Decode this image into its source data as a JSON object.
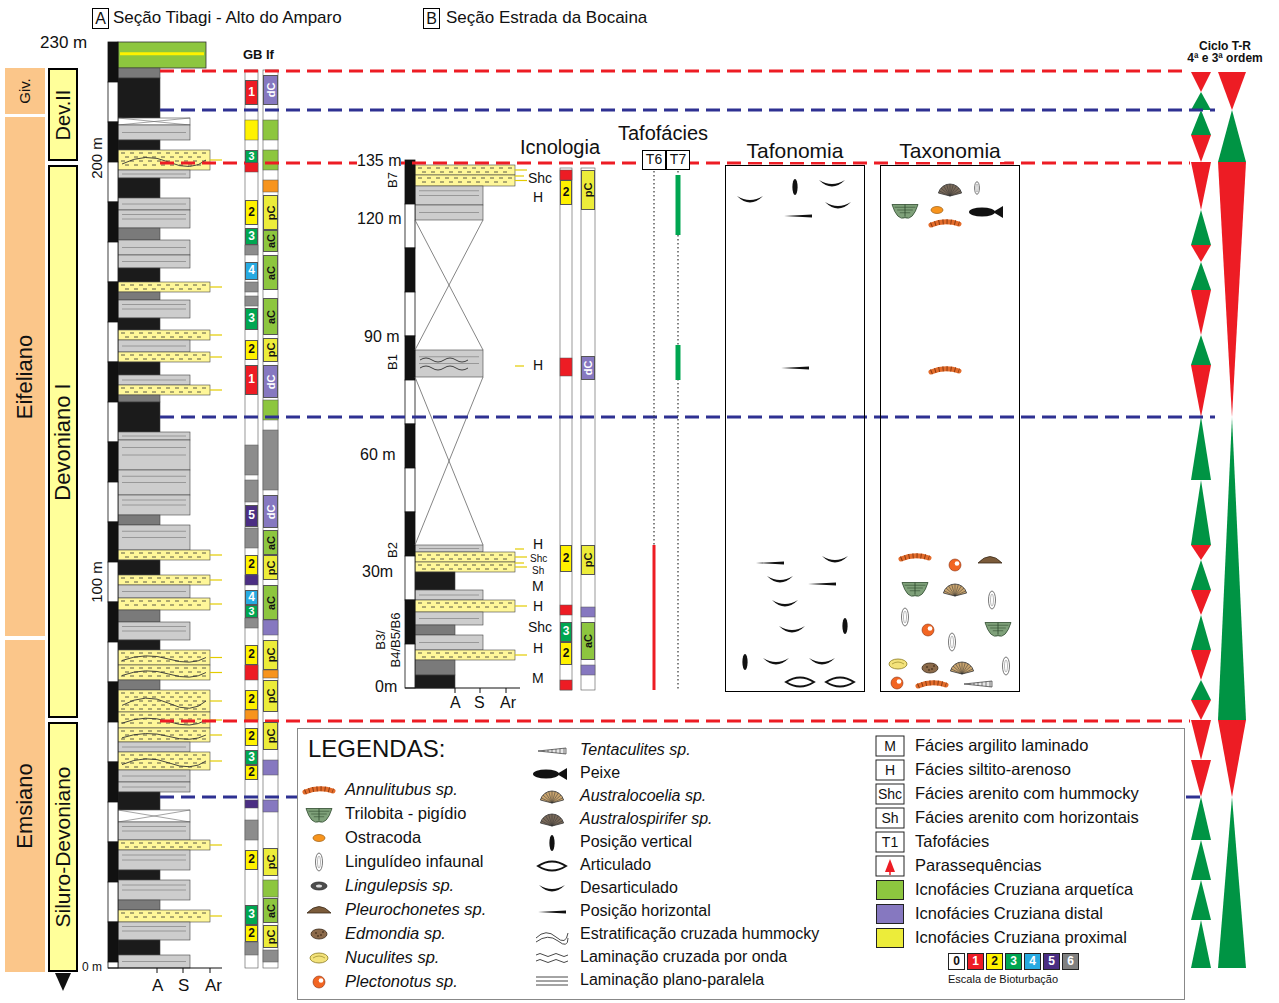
{
  "diagram": {
    "nodes": [
      {
        "text": [
          "A"
        ]
      },
      {
        "text": [
          "B"
        ]
      },
      {
        "text": [
          "Giv."
        ]
      },
      {
        "text": [
          "Eifeliano"
        ]
      },
      {
        "text": [
          "Emsiano"
        ]
      },
      {
        "text": [
          "Dev.II"
        ]
      },
      {
        "text": [
          "Devoniano I"
        ]
      },
      {
        "text": [
          "Siluro-Devoniano"
        ]
      },
      {
        "text": [
          "1"
        ]
      },
      {
        "text": [
          "3"
        ]
      },
      {
        "text": [
          "2"
        ]
      },
      {
        "text": [
          "3"
        ]
      },
      {
        "text": [
          "4"
        ]
      },
      {
        "text": [
          "3"
        ]
      },
      {
        "text": [
          "2"
        ]
      },
      {
        "text": [
          "1"
        ]
      },
      {
        "text": [
          "5"
        ]
      },
      {
        "text": [
          "2"
        ]
      },
      {
        "text": [
          "4"
        ]
      },
      {
        "text": [
          "3"
        ]
      },
      {
        "text": [
          "2"
        ]
      },
      {
        "text": [
          "2"
        ]
      },
      {
        "text": [
          "2"
        ]
      },
      {
        "text": [
          "3"
        ]
      },
      {
        "text": [
          "2"
        ]
      },
      {
        "text": [
          "2"
        ]
      },
      {
        "text": [
          "3"
        ]
      },
      {
        "text": [
          "2"
        ]
      },
      {
        "text": [
          "dC"
        ]
      },
      {
        "text": [
          "pC"
        ]
      },
      {
        "text": [
          "aC"
        ]
      },
      {
        "text": [
          "aC"
        ]
      },
      {
        "text": [
          "aC"
        ]
      },
      {
        "text": [
          "pC"
        ]
      },
      {
        "text": [
          "dC"
        ]
      },
      {
        "text": [
          "dC"
        ]
      },
      {
        "text": [
          "aC"
        ]
      },
      {
        "text": [
          "pC"
        ]
      },
      {
        "text": [
          "aC"
        ]
      },
      {
        "text": [
          "pC"
        ]
      },
      {
        "text": [
          "pC"
        ]
      },
      {
        "text": [
          "pC"
        ]
      },
      {
        "text": [
          "pC"
        ]
      },
      {
        "text": [
          "aC"
        ]
      },
      {
        "text": [
          "pC"
        ]
      },
      {
        "text": [
          "2"
        ]
      },
      {
        "text": [
          "2"
        ]
      },
      {
        "text": [
          "3"
        ]
      },
      {
        "text": [
          "2"
        ]
      },
      {
        "text": [
          "pC"
        ]
      },
      {
        "text": [
          "dC"
        ]
      },
      {
        "text": [
          "pC"
        ]
      },
      {
        "text": [
          "aC"
        ]
      },
      {
        "text": [
          "T6"
        ]
      },
      {
        "text": [
          "T7"
        ]
      },
      {
        "text": [
          "Tafonomia"
        ]
      },
      {
        "text": [
          "Taxonomia"
        ]
      },
      {
        "text": [
          "LEGENDAS:"
        ]
      }
    ],
    "labels": [
      "Seção Tibagi - Alto do Amparo",
      "Seção Estrada da Bocaina",
      "230 m",
      "200 m",
      "100 m",
      "0 m",
      "A",
      "S",
      "Ar",
      "GB",
      "If",
      "135 m",
      "120 m",
      "90 m",
      "60 m",
      "30m",
      "0m",
      "B7",
      "B1",
      "B2",
      "B3/ B4/B5/B6",
      "A",
      "S",
      "Ar",
      "Icnologia",
      "Tafofácies",
      "Shc",
      "H",
      "H",
      "H",
      "Shc",
      "Sh",
      "M",
      "H",
      "Shc",
      "H",
      "M",
      "Ciclo T-R",
      "4ª e 3ª ordem",
      "M",
      "H",
      "Shc",
      "Sh",
      "T1",
      "aC",
      "dC",
      "pC",
      "Escala de Bioturbação"
    ],
    "legend": [
      {
        "text": "Annulitubus sp."
      },
      {
        "text": "Trilobita - pigídio"
      },
      {
        "text": "Ostracoda"
      },
      {
        "text": "Lingulídeo infaunal"
      },
      {
        "text": "Lingulepsis sp."
      },
      {
        "text": "Pleurochonetes sp."
      },
      {
        "text": "Edmondia sp."
      },
      {
        "text": "Nuculites sp."
      },
      {
        "text": "Plectonotus sp."
      },
      {
        "text": "Tentaculites sp."
      },
      {
        "text": "Peixe"
      },
      {
        "text": "Australocoelia sp."
      },
      {
        "text": "Australospirifer sp."
      },
      {
        "text": "Posição vertical"
      },
      {
        "text": "Articulado"
      },
      {
        "text": "Desarticulado"
      },
      {
        "text": "Posição horizontal"
      },
      {
        "text": "Estratificação cruzada hummocky"
      },
      {
        "text": "Laminação cruzada por onda"
      },
      {
        "text": "Laminação plano-paralela"
      },
      {
        "text": "Fácies argilito laminado"
      },
      {
        "text": "Fácies siltito-arenoso"
      },
      {
        "text": "Fácies arenito com hummocky"
      },
      {
        "text": "Fácies arenito com horizontais"
      },
      {
        "text": "Tafofácies"
      },
      {
        "text": "Parassequências"
      },
      {
        "text": "Icnofácies Cruziana arquetíca",
        "color": "#8dc63f"
      },
      {
        "text": "Icnofácies Cruziana distal",
        "color": "#8678c0"
      },
      {
        "text": "Icnofácies Cruziana proximal",
        "color": "#ecec3a"
      },
      {
        "text": "0",
        "color": "#ffffff"
      },
      {
        "text": "1",
        "color": "#ed1c24"
      },
      {
        "text": "2",
        "color": "#fff200"
      },
      {
        "text": "3",
        "color": "#00a651"
      },
      {
        "text": "4",
        "color": "#27aae1"
      },
      {
        "text": "5",
        "color": "#4b2e83"
      },
      {
        "text": "6",
        "color": "#808080"
      }
    ]
  }
}
